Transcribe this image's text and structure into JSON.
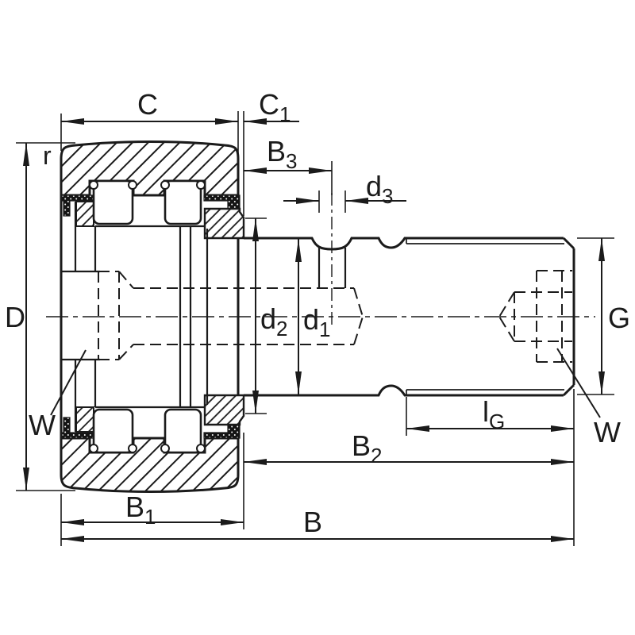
{
  "diagram": {
    "description_kind": "bearing-section-drawing",
    "colors": {
      "line": "#1b1b1b",
      "background": "#ffffff"
    },
    "labels": {
      "c": {
        "main": "C",
        "sub": ""
      },
      "c1": {
        "main": "C",
        "sub": "1"
      },
      "b3": {
        "main": "B",
        "sub": "3"
      },
      "d3": {
        "main": "d",
        "sub": "3"
      },
      "r": {
        "main": "r"
      },
      "d_big": {
        "main": "D"
      },
      "d2": {
        "main": "d",
        "sub": "2"
      },
      "d1": {
        "main": "d",
        "sub": "1"
      },
      "g": {
        "main": "G"
      },
      "w_left": {
        "main": "W"
      },
      "lg": {
        "main": "l",
        "sub": "G"
      },
      "b2": {
        "main": "B",
        "sub": "2"
      },
      "b1": {
        "main": "B",
        "sub": "1"
      },
      "b": {
        "main": "B"
      },
      "w_right": {
        "main": "W"
      }
    }
  }
}
